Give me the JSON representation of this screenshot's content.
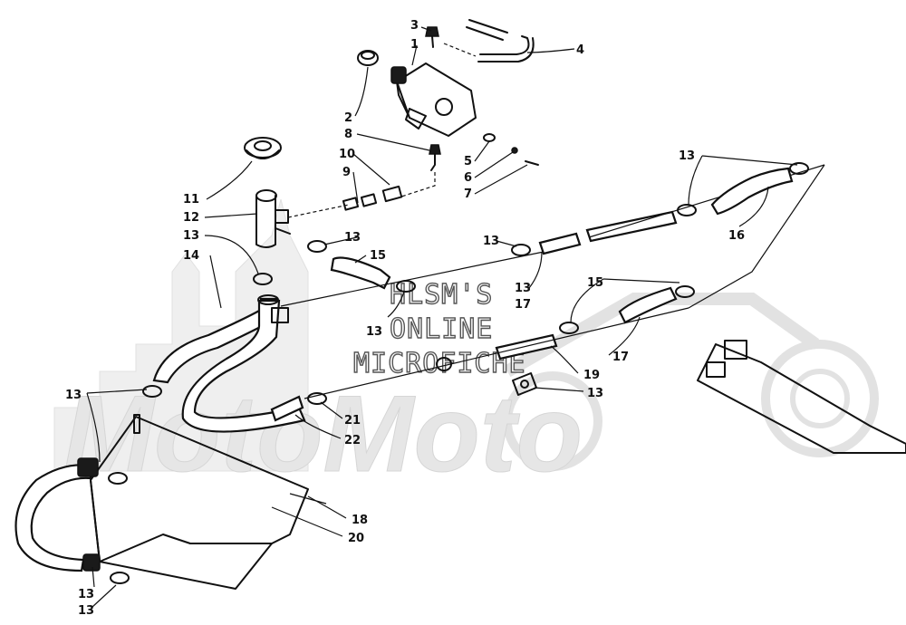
{
  "watermark": {
    "logo_text": "MotoMoto",
    "line1": "HLSM'S",
    "line2": "ONLINE",
    "line3": "MICROFICHE"
  },
  "callouts": [
    {
      "id": "c3",
      "text": "3"
    },
    {
      "id": "c1",
      "text": "1"
    },
    {
      "id": "c4",
      "text": "4"
    },
    {
      "id": "c2",
      "text": "2"
    },
    {
      "id": "c8",
      "text": "8"
    },
    {
      "id": "c10",
      "text": "10"
    },
    {
      "id": "c9",
      "text": "9"
    },
    {
      "id": "c5",
      "text": "5"
    },
    {
      "id": "c6",
      "text": "6"
    },
    {
      "id": "c7",
      "text": "7"
    },
    {
      "id": "c11",
      "text": "11"
    },
    {
      "id": "c12",
      "text": "12"
    },
    {
      "id": "c13a",
      "text": "13"
    },
    {
      "id": "c14",
      "text": "14"
    },
    {
      "id": "c13b",
      "text": "13"
    },
    {
      "id": "c15a",
      "text": "15"
    },
    {
      "id": "c13c",
      "text": "13"
    },
    {
      "id": "c13d",
      "text": "13"
    },
    {
      "id": "c17a",
      "text": "17"
    },
    {
      "id": "c13e",
      "text": "13"
    },
    {
      "id": "c16",
      "text": "16"
    },
    {
      "id": "c13f",
      "text": "13"
    },
    {
      "id": "c15b",
      "text": "15"
    },
    {
      "id": "c17b",
      "text": "17"
    },
    {
      "id": "c19",
      "text": "19"
    },
    {
      "id": "c13g",
      "text": "13"
    },
    {
      "id": "c13h",
      "text": "13"
    },
    {
      "id": "c21",
      "text": "21"
    },
    {
      "id": "c22",
      "text": "22"
    },
    {
      "id": "c18",
      "text": "18"
    },
    {
      "id": "c20",
      "text": "20"
    },
    {
      "id": "c13i",
      "text": "13"
    },
    {
      "id": "c13j",
      "text": "13"
    }
  ]
}
